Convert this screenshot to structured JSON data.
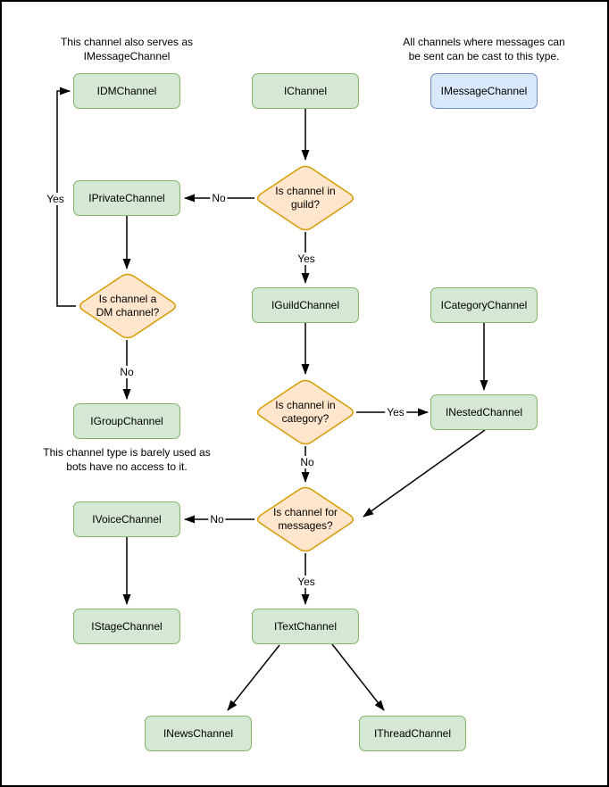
{
  "colors": {
    "node_fill": "#d5e8d4",
    "node_stroke": "#82b366",
    "decision_fill": "#ffe6cc",
    "decision_stroke": "#d79b00",
    "highlight_fill": "#dae8fc",
    "highlight_stroke": "#6c8ebf",
    "edge_color": "#000000"
  },
  "notes": {
    "dm_note": "This channel also serves as\nIMessageChannel",
    "message_note": "All channels where messages can\nbe sent can be cast to this type.",
    "group_note": "This channel type is barely used as\nbots have no access to it."
  },
  "nodes": {
    "idmchannel": "IDMChannel",
    "ichannel": "IChannel",
    "imessagechannel": "IMessageChannel",
    "iprivatechannel": "IPrivateChannel",
    "iguildchannel": "IGuildChannel",
    "icategorychannel": "ICategoryChannel",
    "igroupchannel": "IGroupChannel",
    "inestedchannel": "INestedChannel",
    "ivoicechannel": "IVoiceChannel",
    "istagechannel": "IStageChannel",
    "itextchannel": "ITextChannel",
    "inewschannel": "INewsChannel",
    "ithreadchannel": "IThreadChannel"
  },
  "decisions": {
    "in_guild": "Is channel in\nguild?",
    "is_dm": "Is channel a\nDM channel?",
    "in_category": "Is channel in\ncategory?",
    "for_messages": "Is channel for\nmessages?"
  },
  "edge_labels": {
    "guild_no": "No",
    "guild_yes": "Yes",
    "dm_yes": "Yes",
    "dm_no": "No",
    "category_yes": "Yes",
    "category_no": "No",
    "messages_no": "No",
    "messages_yes": "Yes"
  }
}
